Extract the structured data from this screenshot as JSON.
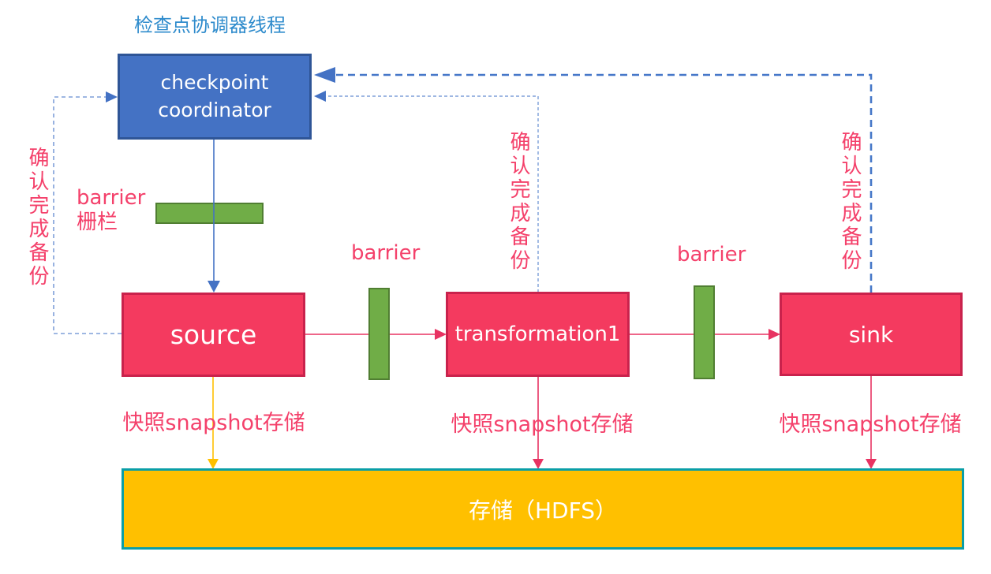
{
  "diagram": {
    "title": "检查点协调器线程",
    "nodes": {
      "coordinator": "checkpoint coordinator",
      "source": "source",
      "transformation": "transformation1",
      "sink": "sink",
      "storage": "存储（HDFS）"
    },
    "labels": {
      "barrier_with_fence": "barrier\n栅栏",
      "barrier": "barrier",
      "ack": "确认完成备份",
      "snapshot": "快照snapshot存储"
    },
    "colors": {
      "coordinator_fill": "#4472C4",
      "coordinator_border": "#2F5597",
      "task_fill": "#F43A5F",
      "task_border": "#C9224C",
      "barrier_fill": "#70AD47",
      "barrier_border": "#507E32",
      "storage_fill": "#FFC000",
      "storage_border": "#0A9EA7",
      "label_pink": "#F4416B",
      "label_blue": "#2E8BCC",
      "dashed_blue_light": "#7E9FD9",
      "dashed_blue_strong": "#4577C8",
      "flow_pink": "#E83362",
      "flow_yellow": "#FFC000",
      "arrow_blue": "#4472C4"
    }
  }
}
